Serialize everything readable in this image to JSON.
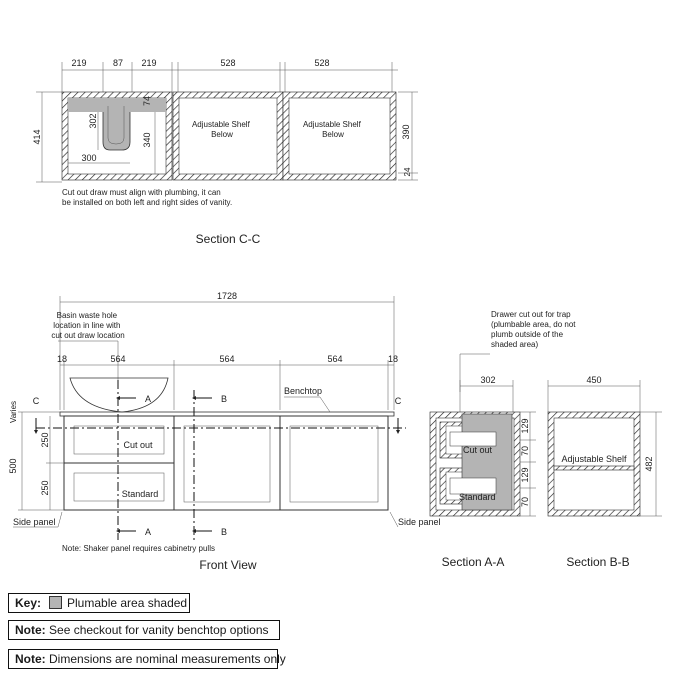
{
  "section_cc": {
    "dims_top": [
      "219",
      "87",
      "219",
      "528",
      "528"
    ],
    "dim_left": "414",
    "dim_basin_302": "302",
    "dim_74": "74",
    "dim_340": "340",
    "dim_300": "300",
    "dim_right_390": "390",
    "dim_right_24": "24",
    "shelf_labels": [
      "Adjustable Shelf\nBelow",
      "Adjustable Shelf\nBelow"
    ],
    "note_line1": "Cut out draw must align with plumbing, it can",
    "note_line2": "be installed on both left and right sides of vanity.",
    "title": "Section C-C"
  },
  "front_view": {
    "overall": "1728",
    "basin_note": [
      "Basin waste hole",
      "location in line with",
      "cut out draw location"
    ],
    "dims_segments": [
      "18",
      "564",
      "564",
      "564",
      "18"
    ],
    "benchtop": "Benchtop",
    "varies": "Varies",
    "dim_500": "500",
    "dim_250a": "250",
    "dim_250b": "250",
    "drawer_labels": [
      "Cut out",
      "Standard"
    ],
    "side_panel_left": "Side panel",
    "side_panel_right": "Side panel",
    "markers": {
      "a": "A",
      "b": "B",
      "c": "C"
    },
    "note": "Note: Shaker panel requires cabinetry pulls",
    "title": "Front View"
  },
  "section_aa": {
    "trap_note": [
      "Drawer cut out for trap",
      "(plumbable area, do not",
      "plumb outside of the",
      "shaded area)"
    ],
    "dim_302": "302",
    "dims_right": [
      "129",
      "70",
      "129",
      "70"
    ],
    "labels": [
      "Cut out",
      "Standard"
    ],
    "title": "Section A-A"
  },
  "section_bb": {
    "dim_450": "450",
    "dim_482": "482",
    "label": "Adjustable Shelf",
    "title": "Section B-B"
  },
  "key": {
    "label": "Key:",
    "text": "Plumable area shaded",
    "swatch_color": "#b4b4b4"
  },
  "notes": [
    {
      "label": "Note:",
      "text": "See checkout for vanity benchtop options"
    },
    {
      "label": "Note:",
      "text": "Dimensions are nominal measurements only"
    }
  ]
}
